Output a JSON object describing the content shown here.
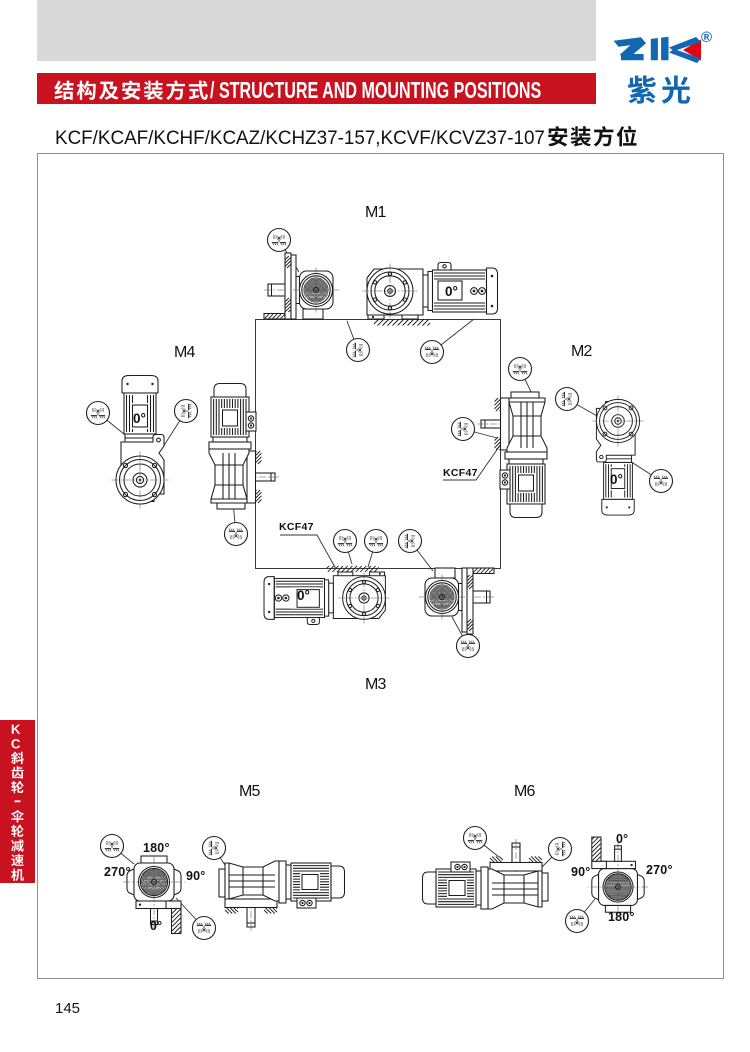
{
  "page": {
    "background": "#ffffff",
    "number": "145"
  },
  "header": {
    "bar_color": "#c8121f",
    "title_cn": "结构及安装方式",
    "title_en": "/ STRUCTURE AND MOUNTING POSITIONS"
  },
  "logo": {
    "brand": "ZIK",
    "registered": "®",
    "brand_cn": "紫光",
    "blue": "#1268b0",
    "red": "#e60012"
  },
  "title": {
    "models": "KCF/KCAF/KCHF/KCAZ/KCHZ37-157,KCVF/KCVZ37-107",
    "suffix_cn": "安装方位"
  },
  "sidebar": {
    "text": "KC斜齿轮-伞轮减速机",
    "color": "#c8121f"
  },
  "diagram": {
    "positions": [
      {
        "label": "M1"
      },
      {
        "label": "M2"
      },
      {
        "label": "M3"
      },
      {
        "label": "M4"
      },
      {
        "label": "M5"
      },
      {
        "label": "M6"
      }
    ],
    "model_callout": "KCF47",
    "m5_angles": [
      "180°",
      "270°",
      "90°",
      "0°"
    ],
    "m6_angles": [
      "0°",
      "90°",
      "270°",
      "180°"
    ],
    "motor_zero_mark": "0°"
  }
}
